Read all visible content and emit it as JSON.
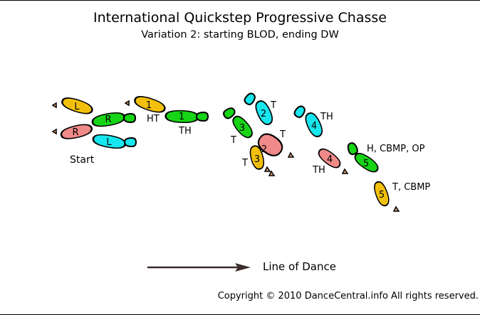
{
  "header": {
    "title": "International Quickstep Progressive Chasse",
    "subtitle": "Variation 2: starting BLOD, ending DW"
  },
  "diagram": {
    "start_label": "Start",
    "line_of_dance_label": "Line of Dance",
    "colors": {
      "yellow": "#f2c00c",
      "green": "#17d417",
      "cyan": "#18e6ee",
      "pink": "#f08a88",
      "heel_tip": "#e2a070",
      "outline": "#000000",
      "arrow": "#3a2d2d"
    },
    "start_feet": {
      "yellow_left": "L",
      "pink_right": "R",
      "green_right": "R",
      "cyan_left": "L"
    },
    "steps": {
      "s1_yellow": "1",
      "s1_green": "1",
      "s2_cyan": "2",
      "s2_pink": "2",
      "s3_green": "3",
      "s3_yellow": "3",
      "s4_cyan": "4",
      "s4_pink": "4",
      "s5_green": "5",
      "s5_yellow": "5"
    },
    "annotations": {
      "s1_yellow": "HT",
      "s1_green": "TH",
      "s2_cyan": "T",
      "s2_pink": "T",
      "s3_green": "T",
      "s3_yellow": "T",
      "s4_cyan": "TH",
      "s4_pink": "TH",
      "s5_green": "H, CBMP, OP",
      "s5_yellow": "T, CBMP"
    }
  },
  "footer": {
    "copyright": "Copyright © 2010 DanceCentral.info All rights reserved."
  }
}
